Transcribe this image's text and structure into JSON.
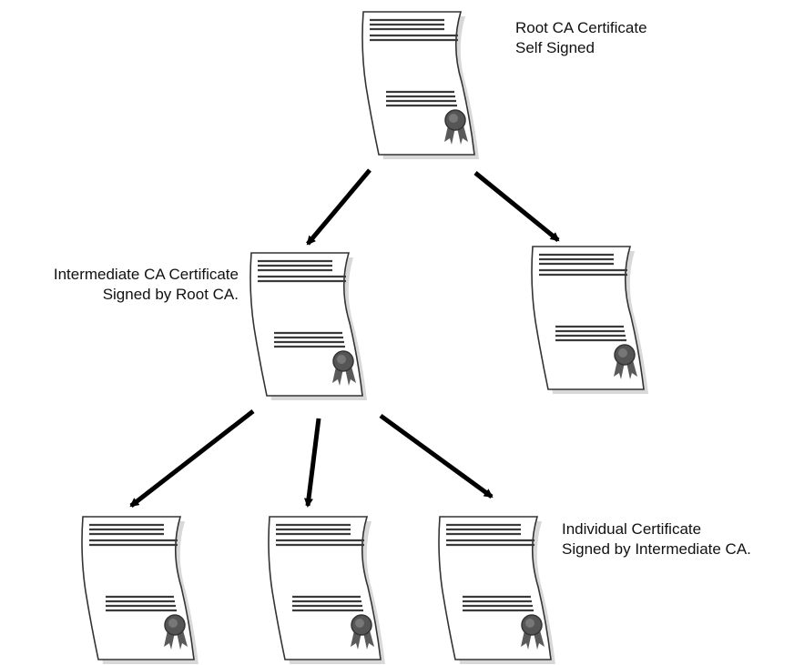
{
  "captions": {
    "root": {
      "line1": "Root CA Certificate",
      "line2": "Self Signed"
    },
    "intermediate": {
      "line1": "Intermediate CA Certificate",
      "line2": "Signed by Root CA."
    },
    "individual": {
      "line1": "Individual Certificate",
      "line2": "Signed by Intermediate CA."
    }
  },
  "colors": {
    "paper": "#ffffff",
    "outline": "#333333",
    "text_lines": "#3a3a3a",
    "seal": "#555555",
    "seal_dark": "#333333",
    "ribbon": "#5a5a5a",
    "arrow": "#000000"
  },
  "icons": {
    "certificate": "certificate-icon",
    "seal": "seal-icon",
    "arrow": "arrow-icon"
  }
}
